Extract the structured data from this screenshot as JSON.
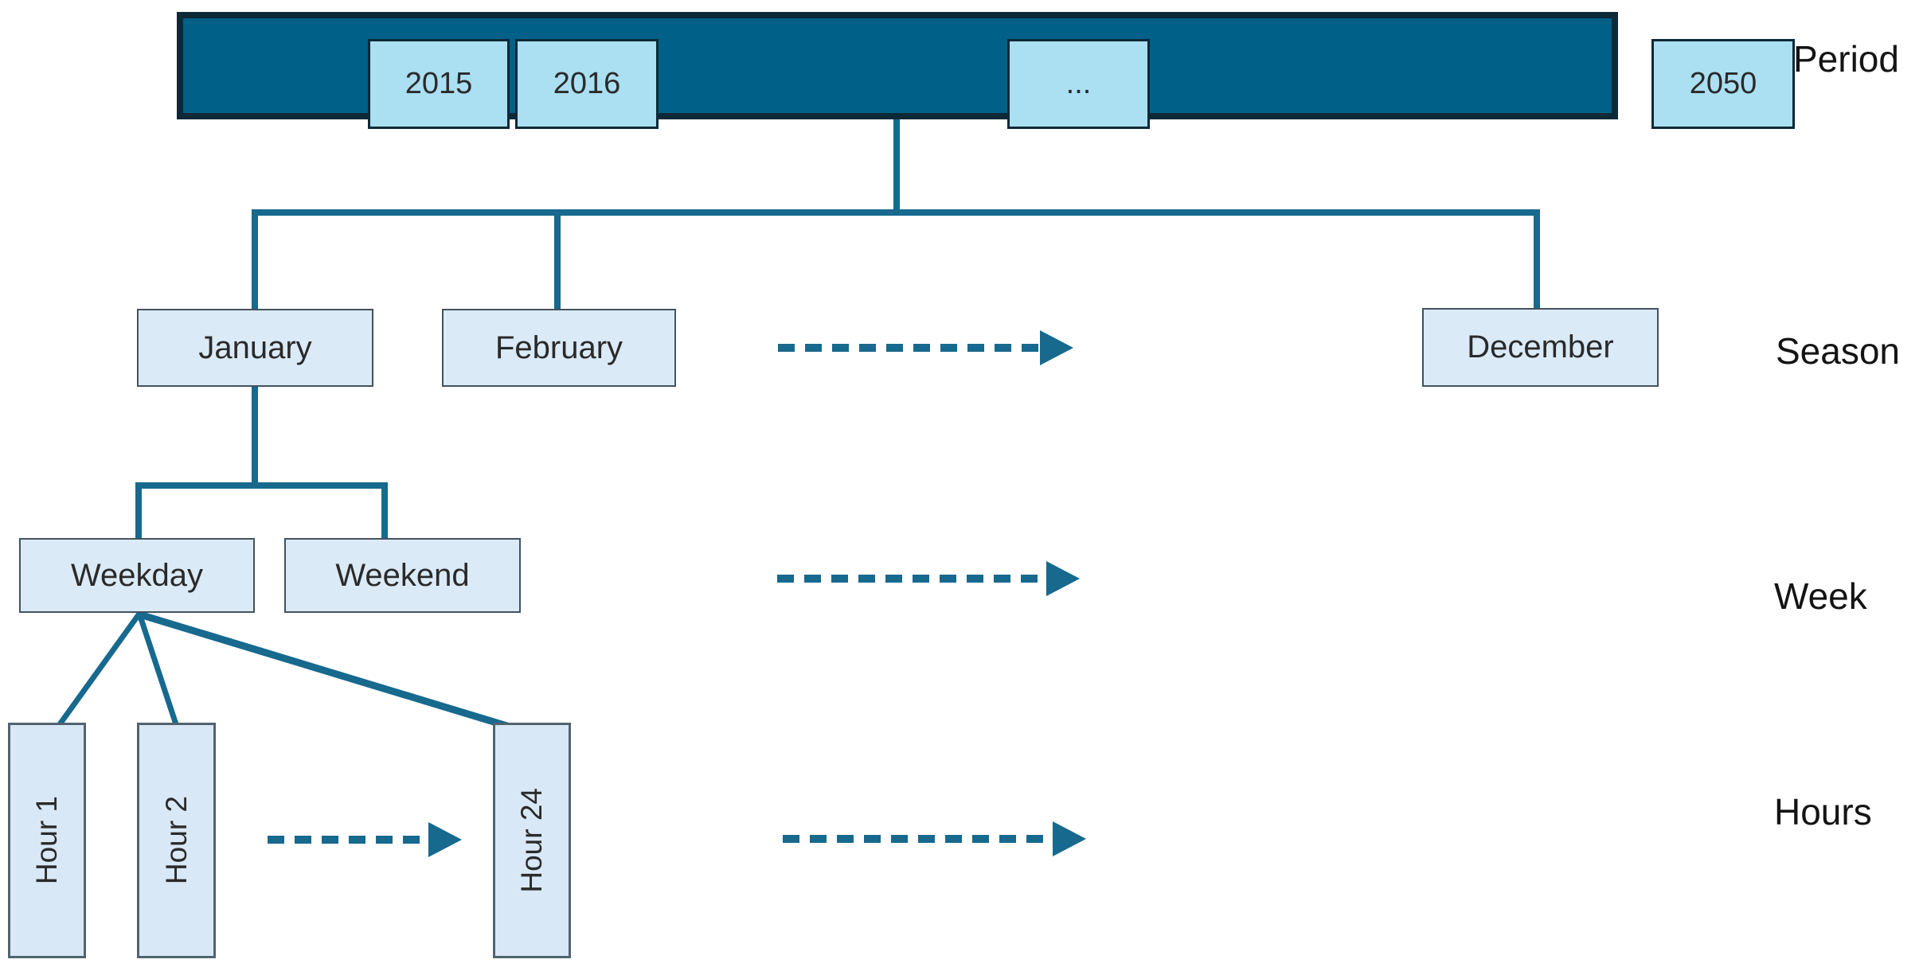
{
  "title": "Temporal hierarchy diagram: Period, Season, Week, Hours",
  "colors": {
    "bar_fill": "#006087",
    "bar_border": "#0d2937",
    "cell_fill": "#abdff2",
    "node_fill": "#dbeaf7",
    "node_border": "#42525e",
    "hour_fill": "#d9e8f6",
    "hour_border": "#52636e",
    "line": "#17698e",
    "text": "#2a2a2a",
    "label_text": "#141414"
  },
  "row_labels": {
    "period": "Period",
    "season": "Season",
    "week": "Week",
    "hours": "Hours"
  },
  "period": {
    "cells": [
      "2015",
      "2016",
      "...",
      "2050"
    ]
  },
  "season": {
    "nodes": [
      "January",
      "February",
      "December"
    ]
  },
  "week": {
    "nodes": [
      "Weekday",
      "Weekend"
    ]
  },
  "hours": {
    "nodes": [
      "Hour 1",
      "Hour 2",
      "Hour 24"
    ]
  }
}
